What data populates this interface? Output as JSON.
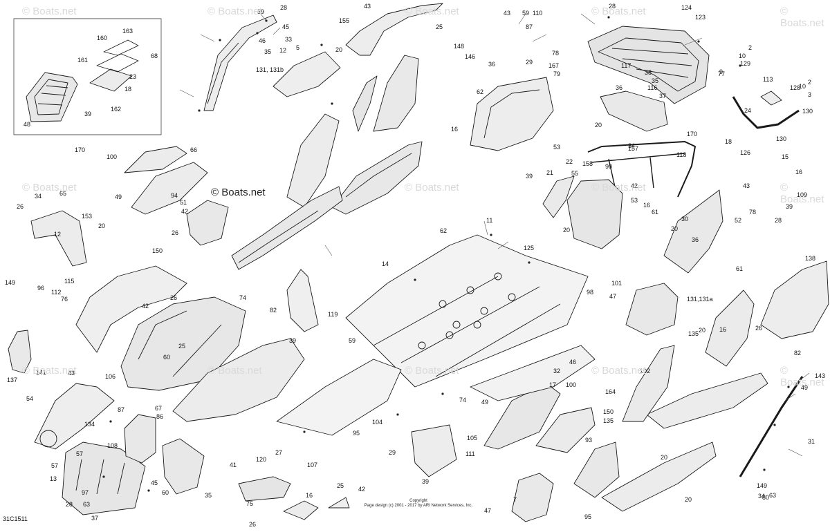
{
  "diagram_code": "31C1511",
  "copyright": {
    "line1": "Copyright",
    "line2": "Page design (c) 2001 - 2017 by ARI Network Services, Inc."
  },
  "watermark": "© Boats.net",
  "inset_label": "170",
  "part_labels": [
    "39",
    "28",
    "43",
    "25",
    "43",
    "59",
    "110",
    "124",
    "123",
    "28",
    "155",
    "87",
    "163",
    "160",
    "68",
    "161",
    "23",
    "18",
    "39",
    "162",
    "48",
    "33",
    "45",
    "5",
    "20",
    "35",
    "46",
    "12",
    "78",
    "29",
    "79",
    "148",
    "146",
    "131, 131b",
    "36",
    "62",
    "167",
    "16",
    "20",
    "117",
    "38",
    "35",
    "116",
    "36",
    "37",
    "77",
    "2",
    "10",
    "129",
    "9",
    "113",
    "128",
    "10",
    "2",
    "3",
    "24",
    "130",
    "130",
    "126",
    "18",
    "11",
    "100",
    "66",
    "49",
    "94",
    "51",
    "42",
    "26",
    "65",
    "34",
    "153",
    "20",
    "12",
    "26",
    "34",
    "53",
    "158",
    "55",
    "21",
    "22",
    "39",
    "20",
    "42",
    "170",
    "157",
    "118",
    "90",
    "53",
    "16",
    "61",
    "30",
    "20",
    "36",
    "61",
    "16",
    "15",
    "109",
    "43",
    "39",
    "78",
    "52",
    "28",
    "62",
    "14",
    "125",
    "150",
    "149",
    "96",
    "112",
    "76",
    "115",
    "42",
    "26",
    "25",
    "60",
    "74",
    "119",
    "82",
    "101",
    "98",
    "47",
    "131,131a",
    "135",
    "20",
    "16",
    "26",
    "138",
    "137",
    "141",
    "43",
    "106",
    "39",
    "59",
    "74",
    "95",
    "46",
    "49",
    "104",
    "100",
    "164",
    "150",
    "135",
    "93",
    "102",
    "32",
    "17",
    "54",
    "87",
    "67",
    "86",
    "134",
    "108",
    "57",
    "57",
    "60",
    "45",
    "13",
    "28",
    "63",
    "37",
    "97",
    "35",
    "41",
    "120",
    "27",
    "107",
    "16",
    "75",
    "26",
    "25",
    "42",
    "29",
    "39",
    "105",
    "111",
    "7",
    "47",
    "95",
    "20",
    "20",
    "149",
    "34",
    "80",
    "63",
    "82",
    "49",
    "143",
    "31",
    "30",
    "39",
    "28",
    "35",
    "45",
    "33"
  ]
}
